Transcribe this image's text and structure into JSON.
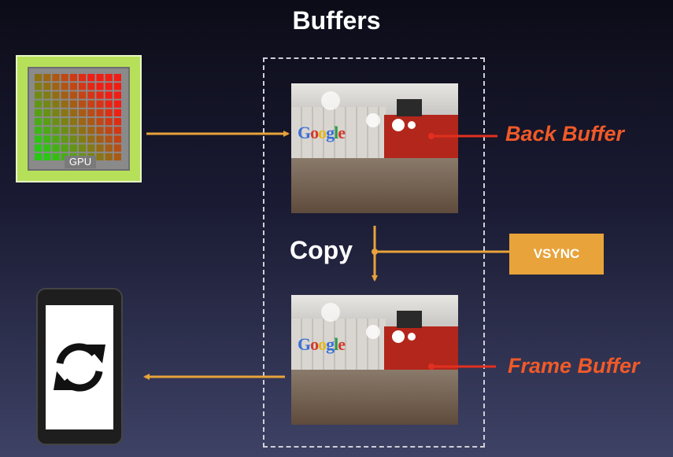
{
  "title": "Buffers",
  "gpu": {
    "label": "GPU"
  },
  "back_buffer": {
    "label": "Back Buffer",
    "logo": "Google"
  },
  "frame_buffer": {
    "label": "Frame Buffer",
    "logo": "Google"
  },
  "copy": {
    "label": "Copy"
  },
  "vsync": {
    "label": "VSYNC"
  },
  "colors": {
    "arrow": "#e8a33a",
    "label_red": "#f05a28",
    "pointer_red": "#e2301f",
    "vsync_bg": "#e8a33a"
  },
  "icons": {
    "gpu": "gpu-chip-icon",
    "phone": "phone-icon",
    "refresh": "refresh-icon"
  }
}
